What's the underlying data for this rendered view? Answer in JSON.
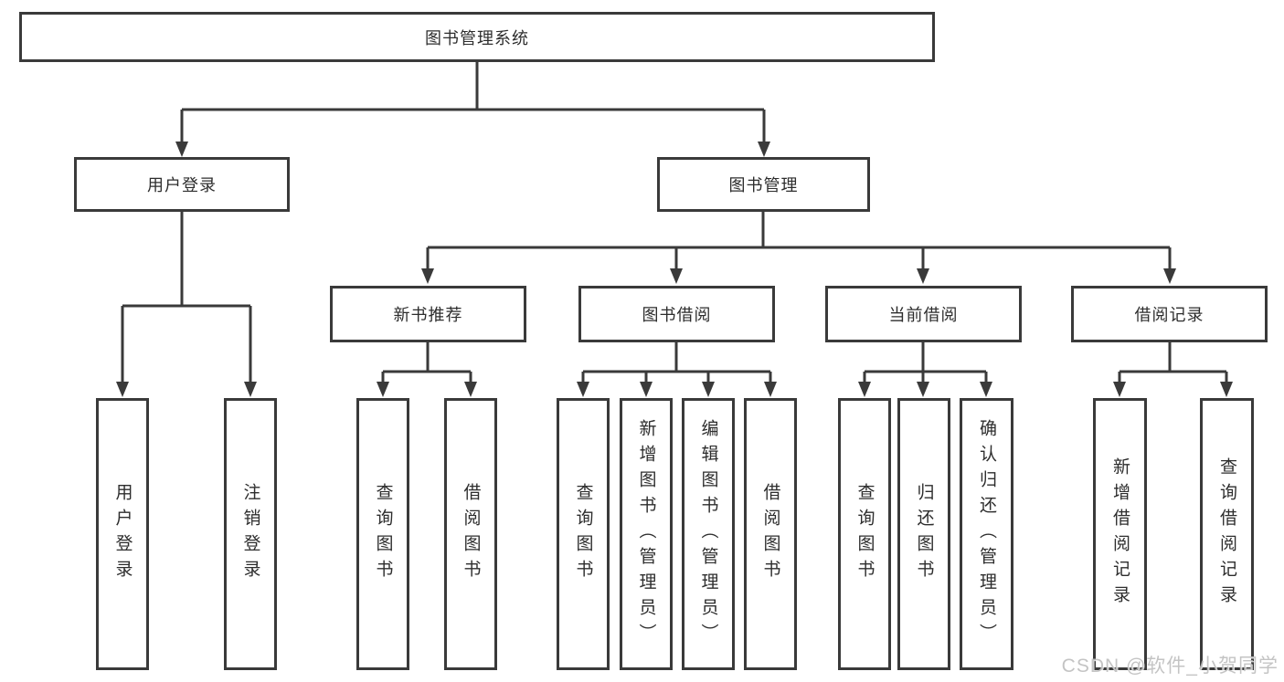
{
  "tree": {
    "root": "图书管理系统",
    "level2": [
      {
        "label": "用户登录",
        "children": [
          "用户登录",
          "注销登录"
        ]
      },
      {
        "label": "图书管理",
        "sections": [
          {
            "label": "新书推荐",
            "children": [
              "查询图书",
              "借阅图书"
            ]
          },
          {
            "label": "图书借阅",
            "children": [
              "查询图书",
              "新增图书（管理员）",
              "编辑图书（管理员）",
              "借阅图书"
            ]
          },
          {
            "label": "当前借阅",
            "children": [
              "查询图书",
              "归还图书",
              "确认归还（管理员）"
            ]
          },
          {
            "label": "借阅记录",
            "children": [
              "新增借阅记录",
              "查询借阅记录"
            ]
          }
        ]
      }
    ]
  },
  "watermark": "CSDN @软件_小贺同学",
  "colors": {
    "line": "#3a3a3a",
    "box_border": "#3a3a3a",
    "box_fill": "#ffffff",
    "text": "#2d2d2d",
    "watermark": "#bebebe",
    "background": "#ffffff"
  }
}
